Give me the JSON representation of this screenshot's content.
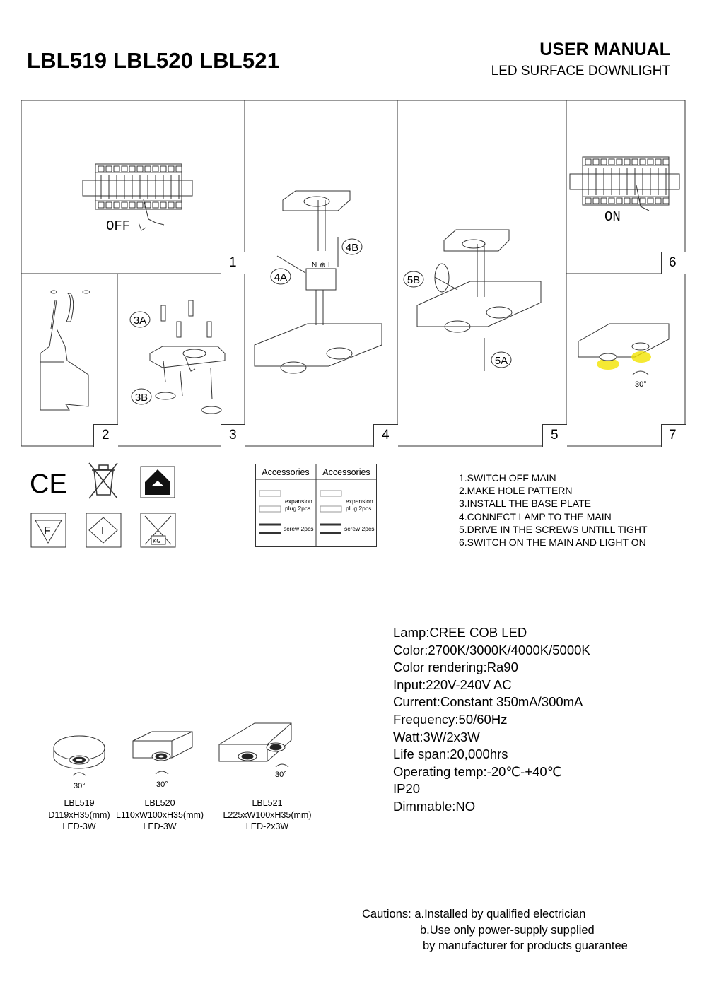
{
  "header": {
    "models": "LBL519 LBL520 LBL521",
    "manual_title": "USER MANUAL",
    "manual_subtitle": "LED SURFACE DOWNLIGHT"
  },
  "steps_panel": {
    "numbers": [
      "1",
      "2",
      "3",
      "4",
      "5",
      "6",
      "7"
    ],
    "breaker_off": "OFF",
    "breaker_on": "ON",
    "callouts": [
      "3A",
      "3B",
      "4A",
      "4B",
      "5A",
      "5B"
    ],
    "terminal_labels": [
      "N",
      "⊕",
      "L"
    ],
    "beam_angle": "30°"
  },
  "symbols": [
    "CE",
    "weee-bin",
    "indoor-use",
    "F",
    "I",
    "weight-limit"
  ],
  "symbol_text": {
    "ce": "CE",
    "f": "F",
    "i": "I",
    "kg": "KG"
  },
  "accessories": {
    "header_left": "Accessories",
    "header_right": "Accessories",
    "plug_label_1": "expansion",
    "plug_label_2": "plug 2pcs",
    "screw_label": "screw 2pcs"
  },
  "instructions": [
    "1.SWITCH OFF MAIN",
    "2.MAKE HOLE PATTERN",
    "3.INSTALL THE BASE PLATE",
    "4.CONNECT LAMP TO THE MAIN",
    "5.DRIVE IN THE SCREWS UNTILL TIGHT",
    "6.SWITCH ON THE MAIN AND LIGHT ON"
  ],
  "products": [
    {
      "model": "LBL519",
      "size": "D119xH35(mm)",
      "power": "LED-3W",
      "angle": "30°"
    },
    {
      "model": "LBL520",
      "size": "L110xW100xH35(mm)",
      "power": "LED-3W",
      "angle": "30°"
    },
    {
      "model": "LBL521",
      "size": "L225xW100xH35(mm)",
      "power": "LED-2x3W",
      "angle": "30°"
    }
  ],
  "specs": [
    {
      "label": "Lamp",
      "value": "CREE COB LED"
    },
    {
      "label": "Color",
      "value": "2700K/3000K/4000K/5000K"
    },
    {
      "label": "Color rendering",
      "value": "Ra90"
    },
    {
      "label": "Input",
      "value": "220V-240V AC"
    },
    {
      "label": "Current",
      "value": "Constant 350mA/300mA"
    },
    {
      "label": "Frequency",
      "value": "50/60Hz"
    },
    {
      "label": "Watt",
      "value": "3W/2x3W"
    },
    {
      "label": "Life span",
      "value": "20,000hrs"
    },
    {
      "label": "Operating temp",
      "value": "-20℃-+40℃"
    },
    {
      "label": "IP20",
      "value": ""
    },
    {
      "label": "Dimmable",
      "value": "NO"
    }
  ],
  "cautions": {
    "label": "Cautions:",
    "a": "a.Installed by qualified electrician",
    "b1": "b.Use only power-supply supplied",
    "b2": "by manufacturer for products guarantee"
  },
  "colors": {
    "line": "#333333",
    "glow": "#f2e400"
  }
}
